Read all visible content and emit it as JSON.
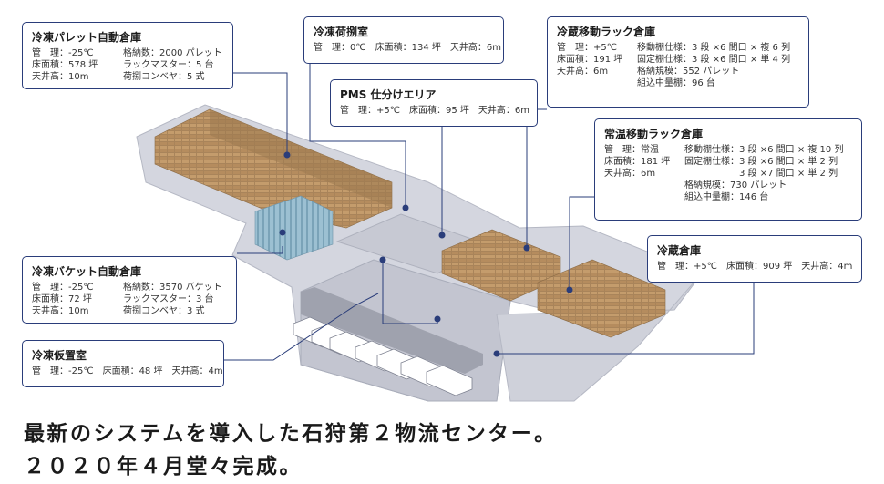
{
  "callouts": {
    "pallet": {
      "title": "冷凍パレット自動倉庫",
      "left": [
        "管　理：-25℃",
        "床面積：578 坪",
        "天井高：10m"
      ],
      "right": [
        "格納数：2000 パレット",
        "ラックマスター：5 台",
        "荷捌コンベヤ：5 式"
      ]
    },
    "handling": {
      "title": "冷凍荷捌室",
      "line": "管　理：0℃　床面積：134 坪　天井高：6m"
    },
    "pms": {
      "title": "PMS 仕分けエリア",
      "line": "管　理：+5℃　床面積：95 坪　天井高：6m"
    },
    "chilled_rack": {
      "title": "冷蔵移動ラック倉庫",
      "left": [
        "管　理：+5℃",
        "床面積：191 坪",
        "天井高：6m"
      ],
      "right": [
        "移動棚仕様：3 段 ×6 間口 × 複 6 列",
        "固定棚仕様：3 段 ×6 間口 × 単 4 列",
        "格納規模：552 パレット",
        "組込中量棚：96 台"
      ]
    },
    "ambient_rack": {
      "title": "常温移動ラック倉庫",
      "left": [
        "管　理：常温",
        "床面積：181 坪",
        "天井高：6m"
      ],
      "right": [
        "移動棚仕様：3 段 ×6 間口 × 複 10 列",
        "固定棚仕様：3 段 ×6 間口 × 単 2 列",
        "　　　　　　3 段 ×7 間口 × 単 2 列",
        "格納規模：730 パレット",
        "組込中量棚：146 台"
      ]
    },
    "chilled": {
      "title": "冷蔵倉庫",
      "line": "管　理：+5℃　床面積：909 坪　天井高：4m"
    },
    "bucket": {
      "title": "冷凍バケット自動倉庫",
      "left": [
        "管　理：-25℃",
        "床面積：72 坪",
        "天井高：10m"
      ],
      "right": [
        "格納数：3570 バケット",
        "ラックマスター：3 台",
        "荷捌コンベヤ：3 式"
      ]
    },
    "temp": {
      "title": "冷凍仮置室",
      "line": "管　理：-25℃　床面積：48 坪　天井高：4m"
    }
  },
  "tagline": {
    "line1": "最新のシステムを導入した石狩第２物流センター。",
    "line2": "２０２０年４月堂々完成。"
  },
  "colors": {
    "frame": "#2a3d7a",
    "floor": "#c9cbd6",
    "rack": "#b08a5c",
    "box": "#c9a070",
    "bucket": "#8fb2c6"
  }
}
